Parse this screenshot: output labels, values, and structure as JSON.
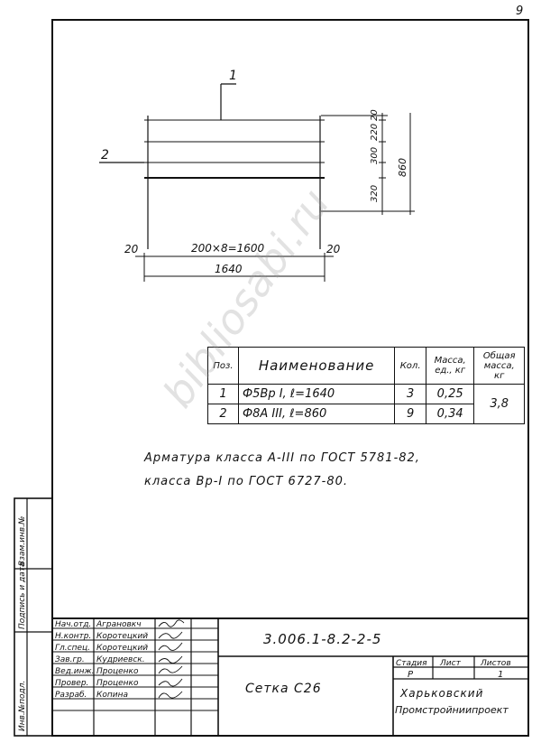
{
  "page_number": "9",
  "drawing": {
    "pos1_label": "1",
    "pos2_label": "2",
    "dim_span": "200×8=1600",
    "dim_total": "1640",
    "dim_left_end": "20",
    "dim_right_end": "20",
    "dim_right_segments": [
      "20",
      "220",
      "300",
      "320"
    ],
    "dim_right_total": "860"
  },
  "spec_table": {
    "headers": {
      "pos": "Поз.",
      "name": "Наименование",
      "qty": "Кол.",
      "unit_mass": "Масса, ед., кг",
      "total_mass": "Общая масса, кг"
    },
    "rows": [
      {
        "pos": "1",
        "name": "Ф5Вр I, ℓ=1640",
        "qty": "3",
        "unit_mass": "0,25"
      },
      {
        "pos": "2",
        "name": "Ф8А III, ℓ=860",
        "qty": "9",
        "unit_mass": "0,34"
      }
    ],
    "total_mass_value": "3,8"
  },
  "notes": {
    "line1": "Арматура класса А-III по ГОСТ 5781-82,",
    "line2": "класса Вр-I по ГОСТ 6727-80."
  },
  "watermark": "bibliosabi.ru",
  "side_stamp": {
    "cells": [
      "Инв.№подл.",
      "Подпись и дата",
      "Взам.инв.№"
    ]
  },
  "title_block": {
    "roles": [
      "Нач.отд.",
      "Н.контр.",
      "Гл.спец.",
      "Зав.гр.",
      "Вед.инж.",
      "Провер.",
      "Разраб."
    ],
    "names": [
      "Аграновкч",
      "Коротецкий",
      "Коротецкий",
      "Кудриевск.",
      "Проценко",
      "Проценко",
      "Копина"
    ],
    "doc_code": "3.006.1-8.2-2-5",
    "title": "Сетка С26",
    "stage_label": "Стадия",
    "sheet_label": "Лист",
    "sheets_label": "Листов",
    "stage_value": "Р",
    "sheets_value": "1",
    "org_line1": "Харьковский",
    "org_line2": "Промстройниипроект"
  }
}
